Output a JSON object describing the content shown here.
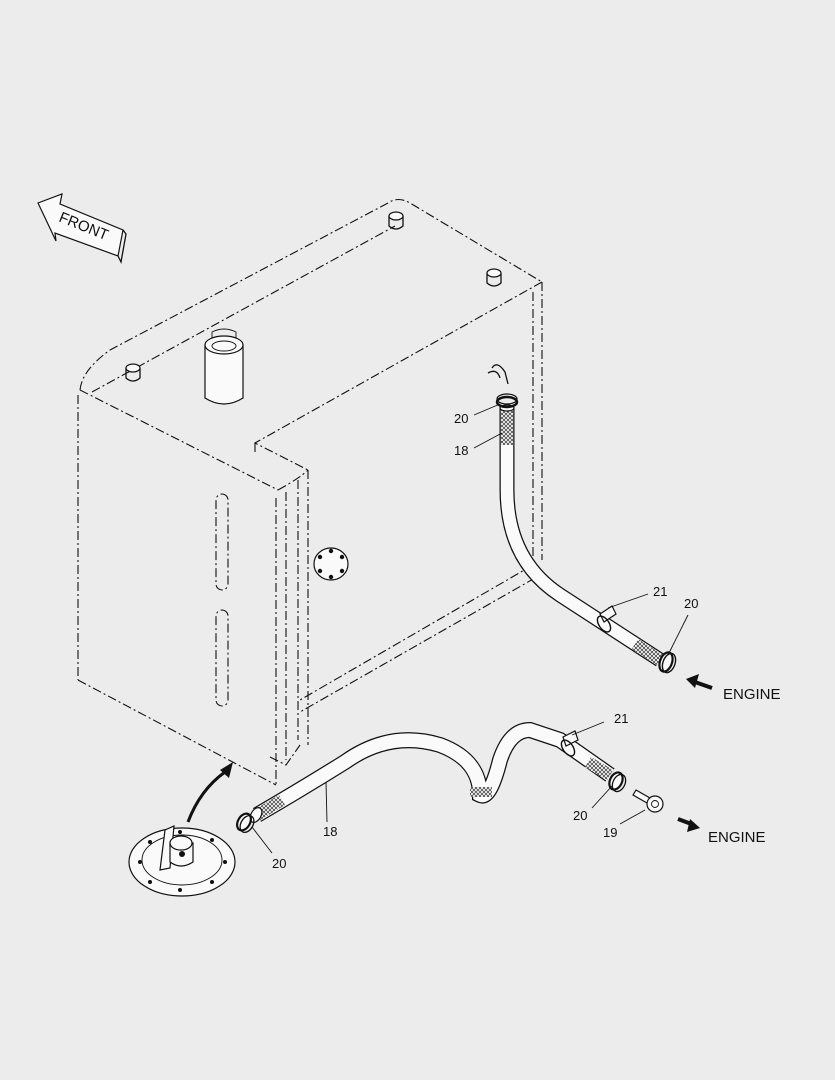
{
  "front_label": "FRONT",
  "engine_labels": [
    "ENGINE",
    "ENGINE"
  ],
  "callouts": {
    "c20_top": "20",
    "c18_top": "18",
    "c21_right": "21",
    "c20_right": "20",
    "c21_lower": "21",
    "c20_lower": "20",
    "c19": "19",
    "c18_lower": "18",
    "c20_left": "20"
  }
}
